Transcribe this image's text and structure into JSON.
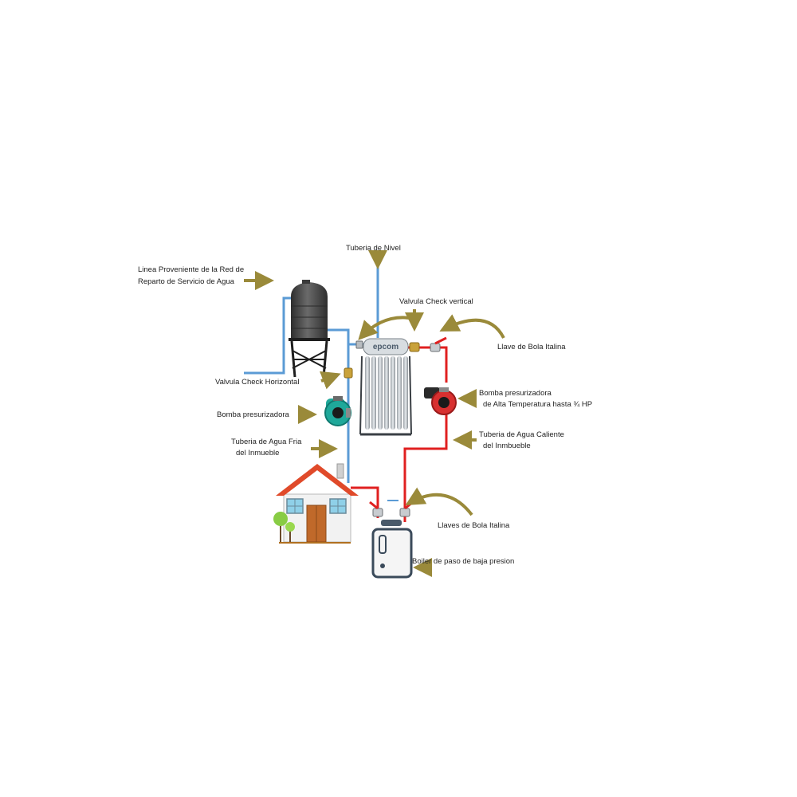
{
  "colors": {
    "cold_pipe": "#5b9bd5",
    "hot_pipe": "#e02020",
    "arrow": "#9a8a3a",
    "tank": "#4a4a4a",
    "pump_green": "#1fa89a",
    "pump_red": "#d83030",
    "roof": "#e04a2a",
    "wall": "#f2f2f2",
    "door": "#c0692a",
    "window": "#8fd0e8",
    "tree": "#88cc44",
    "boiler": "#f5f5f5"
  },
  "icons": [
    "water-tank-icon",
    "solar-heater-icon",
    "pump-icon",
    "house-icon",
    "boiler-icon",
    "ball-valve-icon",
    "check-valve-icon",
    "tree-icon",
    "arrow-icon"
  ],
  "brand": "epcom",
  "labels": {
    "linea_1": "Linea Proveniente de la Red de",
    "linea_2": "Reparto de Servicio de Agua",
    "tuberia_nivel": "Tuberia de Nivel",
    "valvula_vertical": "Valvula Check vertical",
    "llave_bola": "Llave de Bola Italina",
    "valvula_horizontal": "Valvula Check Horizontal",
    "bomba_alta_1": "Bomba presurizadora",
    "bomba_alta_2": "de Alta Temperatura hasta ¾ HP",
    "bomba": "Bomba presurizadora",
    "fria_1": "Tuberia de Agua Fria",
    "fria_2": "del Inmueble",
    "caliente_1": "Tuberia de Agua Caliente",
    "caliente_2": "del Inmbueble",
    "llaves_bola": "Llaves de Bola Italina",
    "boiler": "Boiler de paso de baja presion"
  }
}
